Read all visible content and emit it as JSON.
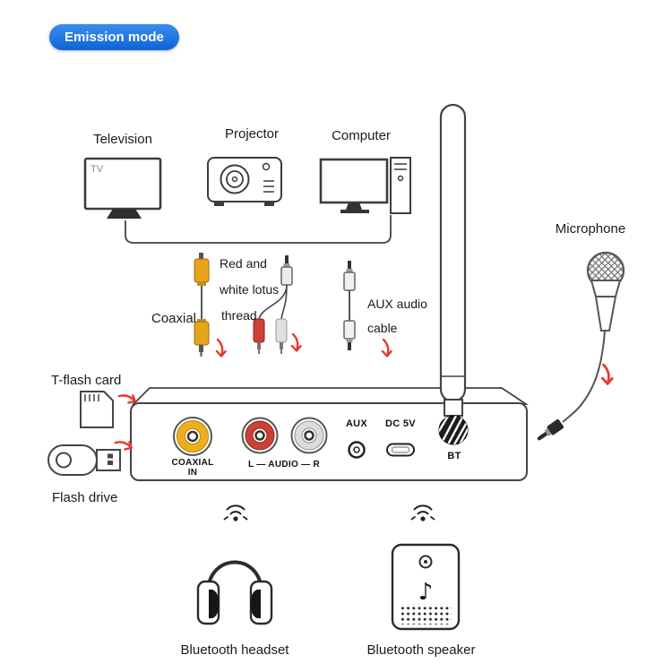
{
  "badge": {
    "label": "Emission mode",
    "bg": "#1b76e3"
  },
  "labels": {
    "television": "Television",
    "projector": "Projector",
    "computer": "Computer",
    "microphone": "Microphone",
    "coaxial": "Coaxial",
    "lotus_line1": "Red and",
    "lotus_line2": "white lotus",
    "lotus_line3": "thread",
    "aux_line1": "AUX audio",
    "aux_line2": "cable",
    "tflash": "T-flash card",
    "flash_drive": "Flash drive",
    "bt_headset": "Bluetooth headset",
    "bt_speaker": "Bluetooth speaker",
    "tv_screen": "TV"
  },
  "ports": {
    "coaxial_line1": "COAXIAL",
    "coaxial_line2": "IN",
    "audio": "L — AUDIO — R",
    "aux": "AUX",
    "dc": "DC 5V",
    "bt": "BT"
  },
  "icons": {
    "music_note": "♪"
  },
  "colors": {
    "arrow_red": "#e8392d",
    "coax_orange": "#e6a41c",
    "rca_yellow": "#eeae1c",
    "rca_red": "#cc4136",
    "rca_white": "#dcdcdc",
    "outline": "#3f3f3f"
  }
}
